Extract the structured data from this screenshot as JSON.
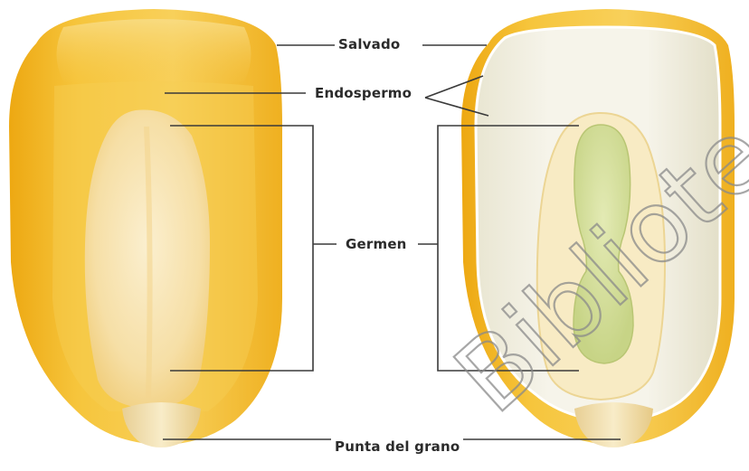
{
  "diagram": {
    "labels": {
      "bran": "Salvado",
      "endosperm": "Endospermo",
      "germ": "Germen",
      "tip": "Punta del grano"
    },
    "watermark": "Bibliotecas L",
    "colors": {
      "kernel_outer": "#f2b21c",
      "kernel_light": "#f7cf55",
      "kernel_highlight": "#fbe49a",
      "germ_pale": "#f8e6b8",
      "endosperm_white": "#f3f0e3",
      "embryo_green": "#cfdc95",
      "tip": "#f3dfae",
      "leader_line": "#3a3a3a",
      "watermark": "#8a8a8a"
    }
  }
}
